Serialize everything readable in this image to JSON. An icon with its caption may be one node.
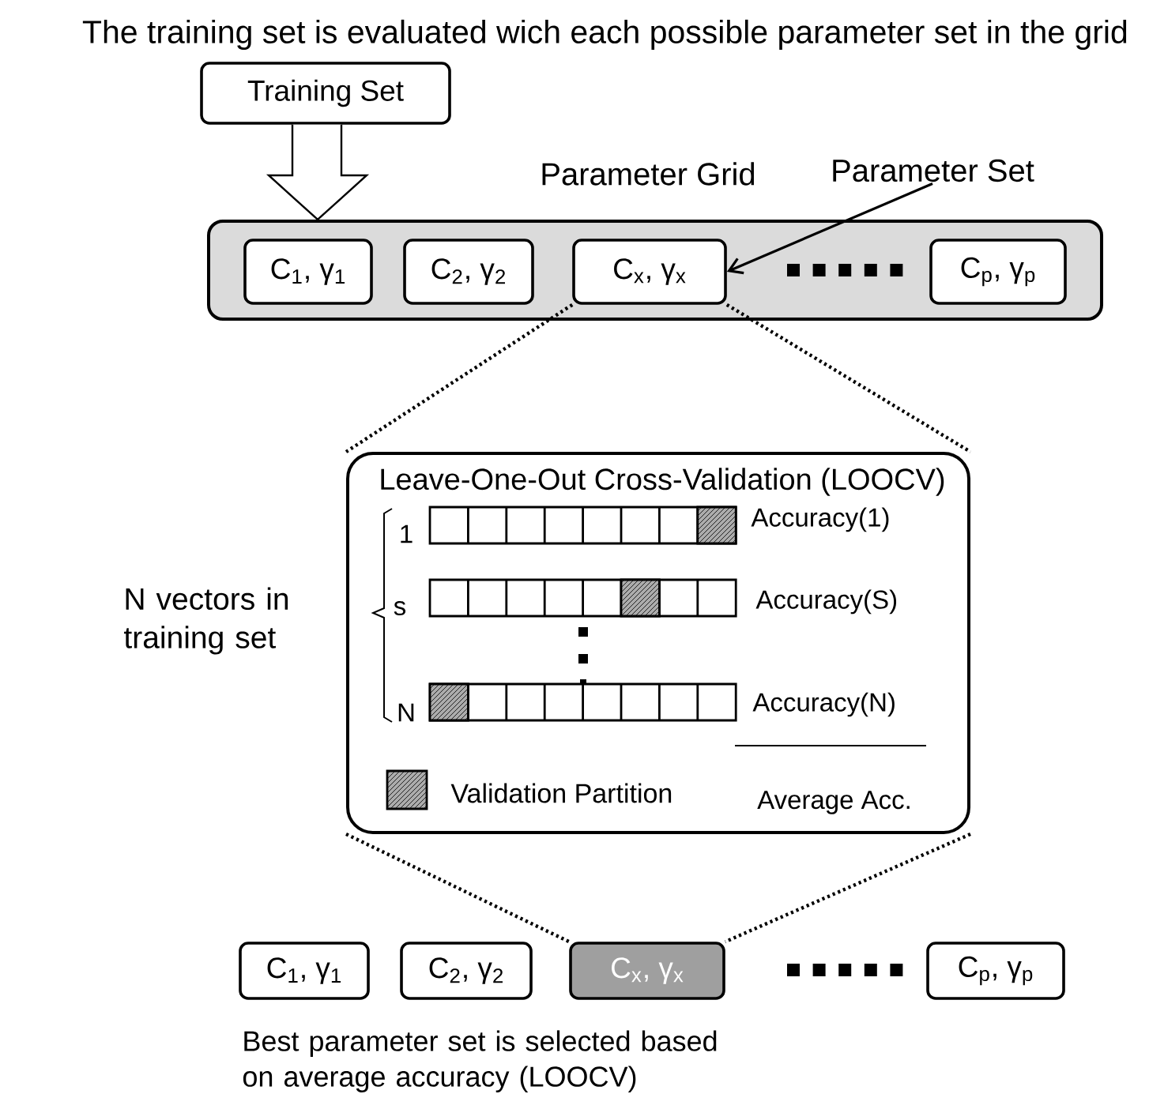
{
  "diagram": {
    "title": "The training set is evaluated wich each possible parameter set in the grid",
    "caption": "Best parameter set is selected based on average accuracy (LOOCV)",
    "nodes": [
      {
        "text": [
          "Training Set"
        ]
      },
      {
        "text": [
          "Parameter Grid"
        ]
      },
      {
        "text": [
          "C$_{1}$, γ$_{1}$"
        ],
        "in": 1
      },
      {
        "text": [
          "C$_{2}$, γ$_{2}$"
        ],
        "in": 1
      },
      {
        "text": [
          "C$_{x}$, γ$_{x}$"
        ],
        "in": 1
      },
      {
        "text": [
          "C$_{p}$, γ$_{p}$"
        ],
        "in": 1
      },
      {
        "text": [
          "Parameter Set"
        ]
      },
      {
        "text": [
          "Leave-One-Out Cross-Validation (LOOCV)"
        ]
      },
      {
        "text": [
          "C$_{1}$, γ$_{1}$"
        ]
      },
      {
        "text": [
          "C$_{2}$, γ$_{2}$"
        ]
      },
      {
        "text": [
          "C$_{x}$, γ$_{x}$"
        ]
      },
      {
        "text": [
          "C$_{p}$, γ$_{p}$"
        ]
      }
    ],
    "edges": [
      {
        "from": 0,
        "to": 1,
        "arrow": "to",
        "style": "thick"
      },
      {
        "from": 6,
        "to": 4,
        "arrow": "to"
      },
      {
        "from": 4,
        "to": 7,
        "arrow": "none",
        "style": "dashed"
      },
      {
        "from": 4,
        "to": 7,
        "arrow": "none",
        "style": "dashed"
      },
      {
        "from": 7,
        "to": 10,
        "arrow": "none",
        "style": "dashed"
      },
      {
        "from": 7,
        "to": 10,
        "arrow": "none",
        "style": "dashed"
      }
    ],
    "labels": [
      "1",
      "Accuracy(1)",
      "N vectors in training set",
      "s",
      "Accuracy(S)",
      "N",
      "Accuracy(N)",
      "Average Acc."
    ],
    "legend": [
      {
        "text": "Validation Partition"
      }
    ]
  }
}
